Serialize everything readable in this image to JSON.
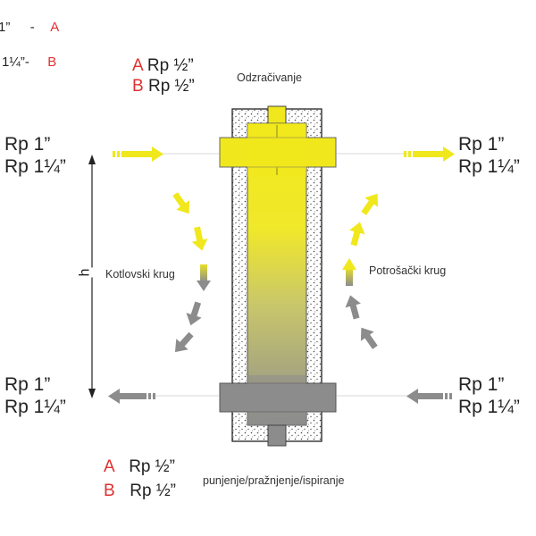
{
  "legend": {
    "row_a": {
      "size": "1”",
      "sep": "-",
      "letter": "A"
    },
    "row_b": {
      "size": "1¼”",
      "sep": "-",
      "letter": "B"
    }
  },
  "top_ports": {
    "a": {
      "letter": "A",
      "text": "Rp ½”"
    },
    "b": {
      "letter": "B",
      "text": "Rp ½”"
    }
  },
  "bottom_ports": {
    "a": {
      "letter": "A",
      "text": "Rp ½”"
    },
    "b": {
      "letter": "B",
      "text": "Rp ½”"
    }
  },
  "labels": {
    "venting": "Odzračivanje",
    "boiler_circuit": "Kotlovski krug",
    "consumer_circuit": "Potrošački krug",
    "height": "h",
    "fill_drain": "punjenje/pražnjenje/ispiranje"
  },
  "connections": {
    "upper_left": {
      "line1": "Rp 1”",
      "line2": "Rp 1¼”"
    },
    "upper_right": {
      "line1": "Rp 1”",
      "line2": "Rp 1¼”"
    },
    "lower_left": {
      "line1": "Rp 1”",
      "line2": "Rp 1¼”"
    },
    "lower_right": {
      "line1": "Rp 1”",
      "line2": "Rp 1¼”"
    }
  },
  "colors": {
    "hot": "#f0e81c",
    "cold": "#8c8c8c",
    "letter_red": "#e03030"
  }
}
